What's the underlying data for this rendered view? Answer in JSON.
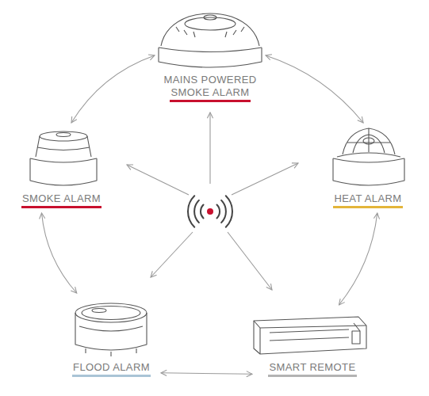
{
  "diagram": {
    "nodes": [
      {
        "text": [
          "MAINS POWERED SMOKE ALARM"
        ]
      },
      {
        "text": [
          "SMOKE ALARM"
        ]
      },
      {
        "text": [
          "HEAT ALARM"
        ]
      },
      {
        "text": [
          "FLOOD ALARM"
        ]
      },
      {
        "text": [
          "SMART REMOTE"
        ]
      }
    ],
    "edges": [
      {
        "from": 0,
        "to": 2,
        "arrow": "both"
      },
      {
        "from": 2,
        "to": 4,
        "arrow": "both"
      },
      {
        "from": 4,
        "to": 3,
        "arrow": "both"
      },
      {
        "from": 3,
        "to": 1,
        "arrow": "both"
      },
      {
        "from": 1,
        "to": 0,
        "arrow": "both"
      }
    ]
  }
}
